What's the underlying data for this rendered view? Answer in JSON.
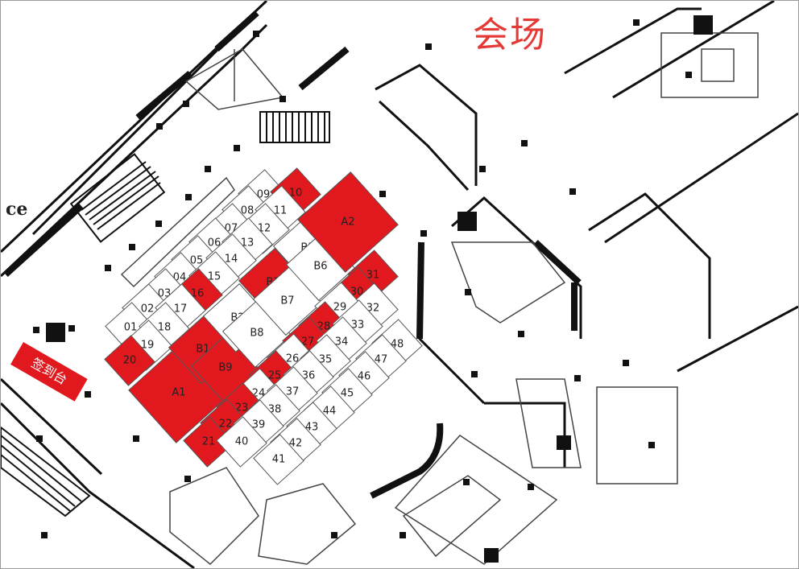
{
  "title": "会场",
  "entrance_partial": "ce",
  "checkin_label": "签到台",
  "colors": {
    "highlight": "#e1191e",
    "title": "#e53935",
    "wall": "#111111",
    "line": "#555555"
  },
  "booths": [
    {
      "id": "09",
      "hl": false
    },
    {
      "id": "10",
      "hl": true
    },
    {
      "id": "08",
      "hl": false
    },
    {
      "id": "11",
      "hl": false
    },
    {
      "id": "07",
      "hl": false
    },
    {
      "id": "12",
      "hl": false
    },
    {
      "id": "06",
      "hl": false
    },
    {
      "id": "13",
      "hl": false
    },
    {
      "id": "05",
      "hl": false
    },
    {
      "id": "14",
      "hl": false
    },
    {
      "id": "04",
      "hl": false
    },
    {
      "id": "15",
      "hl": false
    },
    {
      "id": "03",
      "hl": false
    },
    {
      "id": "16",
      "hl": true
    },
    {
      "id": "02",
      "hl": false
    },
    {
      "id": "17",
      "hl": false
    },
    {
      "id": "01",
      "hl": false
    },
    {
      "id": "18",
      "hl": false
    },
    {
      "id": "19",
      "hl": false
    },
    {
      "id": "20",
      "hl": true
    },
    {
      "id": "A1",
      "hl": true
    },
    {
      "id": "B1",
      "hl": true
    },
    {
      "id": "B9",
      "hl": true
    },
    {
      "id": "B2",
      "hl": false
    },
    {
      "id": "B8",
      "hl": false
    },
    {
      "id": "B3",
      "hl": true
    },
    {
      "id": "B7",
      "hl": false
    },
    {
      "id": "B5",
      "hl": false
    },
    {
      "id": "B6",
      "hl": false
    },
    {
      "id": "A2",
      "hl": true
    },
    {
      "id": "31",
      "hl": true
    },
    {
      "id": "30",
      "hl": true
    },
    {
      "id": "32",
      "hl": false
    },
    {
      "id": "29",
      "hl": false
    },
    {
      "id": "28",
      "hl": true
    },
    {
      "id": "33",
      "hl": false
    },
    {
      "id": "27",
      "hl": true
    },
    {
      "id": "34",
      "hl": false
    },
    {
      "id": "26",
      "hl": false
    },
    {
      "id": "35",
      "hl": false
    },
    {
      "id": "25",
      "hl": true
    },
    {
      "id": "36",
      "hl": false
    },
    {
      "id": "24",
      "hl": false
    },
    {
      "id": "37",
      "hl": false
    },
    {
      "id": "23",
      "hl": true
    },
    {
      "id": "38",
      "hl": false
    },
    {
      "id": "22",
      "hl": true
    },
    {
      "id": "39",
      "hl": false
    },
    {
      "id": "21",
      "hl": true
    },
    {
      "id": "40",
      "hl": false
    },
    {
      "id": "48",
      "hl": false
    },
    {
      "id": "47",
      "hl": false
    },
    {
      "id": "46",
      "hl": false
    },
    {
      "id": "45",
      "hl": false
    },
    {
      "id": "44",
      "hl": false
    },
    {
      "id": "43",
      "hl": false
    },
    {
      "id": "42",
      "hl": false
    },
    {
      "id": "41",
      "hl": false
    }
  ]
}
